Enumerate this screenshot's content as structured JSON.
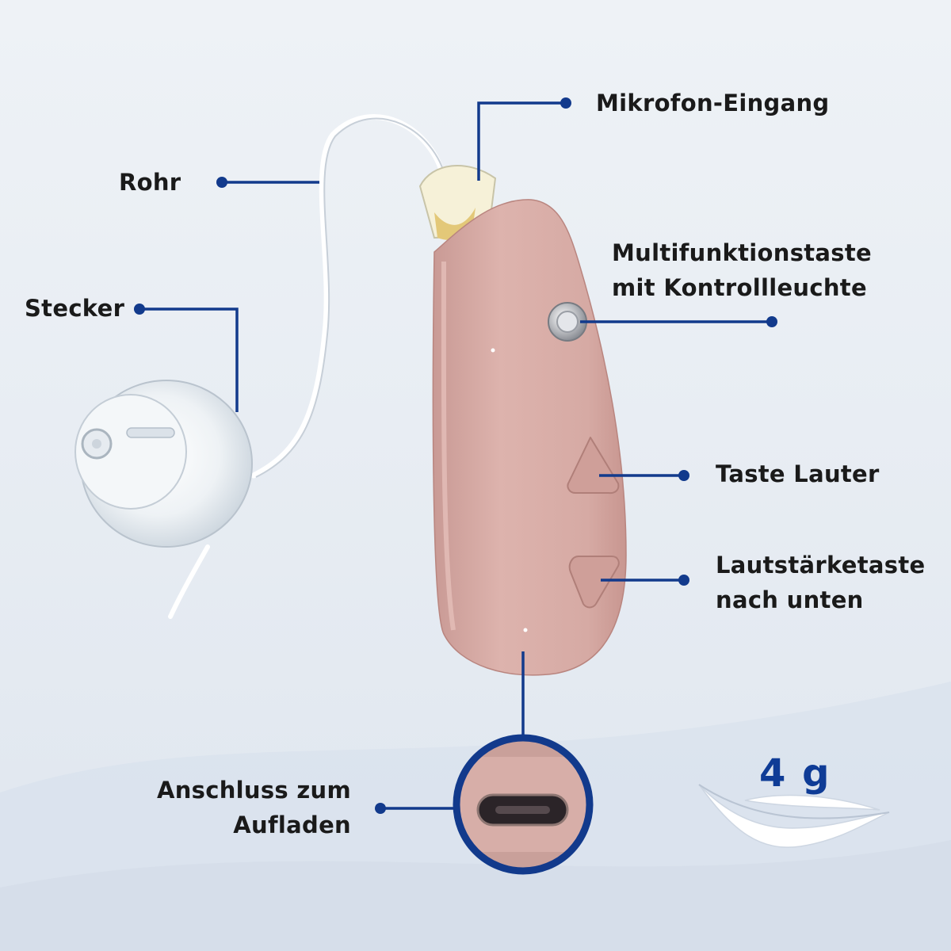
{
  "labels": {
    "mic": "Mikrofon-Eingang",
    "tube": "Rohr",
    "plug": "Stecker",
    "multi_line1": "Multifunktionstaste",
    "multi_line2": "mit Kontrollleuchte",
    "vol_up": "Taste Lauter",
    "vol_down_line1": "Lautstärketaste",
    "vol_down_line2": "nach unten",
    "charge_line1": "Anschluss zum",
    "charge_line2": "Aufladen"
  },
  "weight": "4 g",
  "colors": {
    "leader": "#123a8c",
    "device": "#d9aca6",
    "background": "#e8edf3"
  },
  "icons": {
    "feather": "feather-icon",
    "usb_port": "usb-c-port-icon"
  }
}
